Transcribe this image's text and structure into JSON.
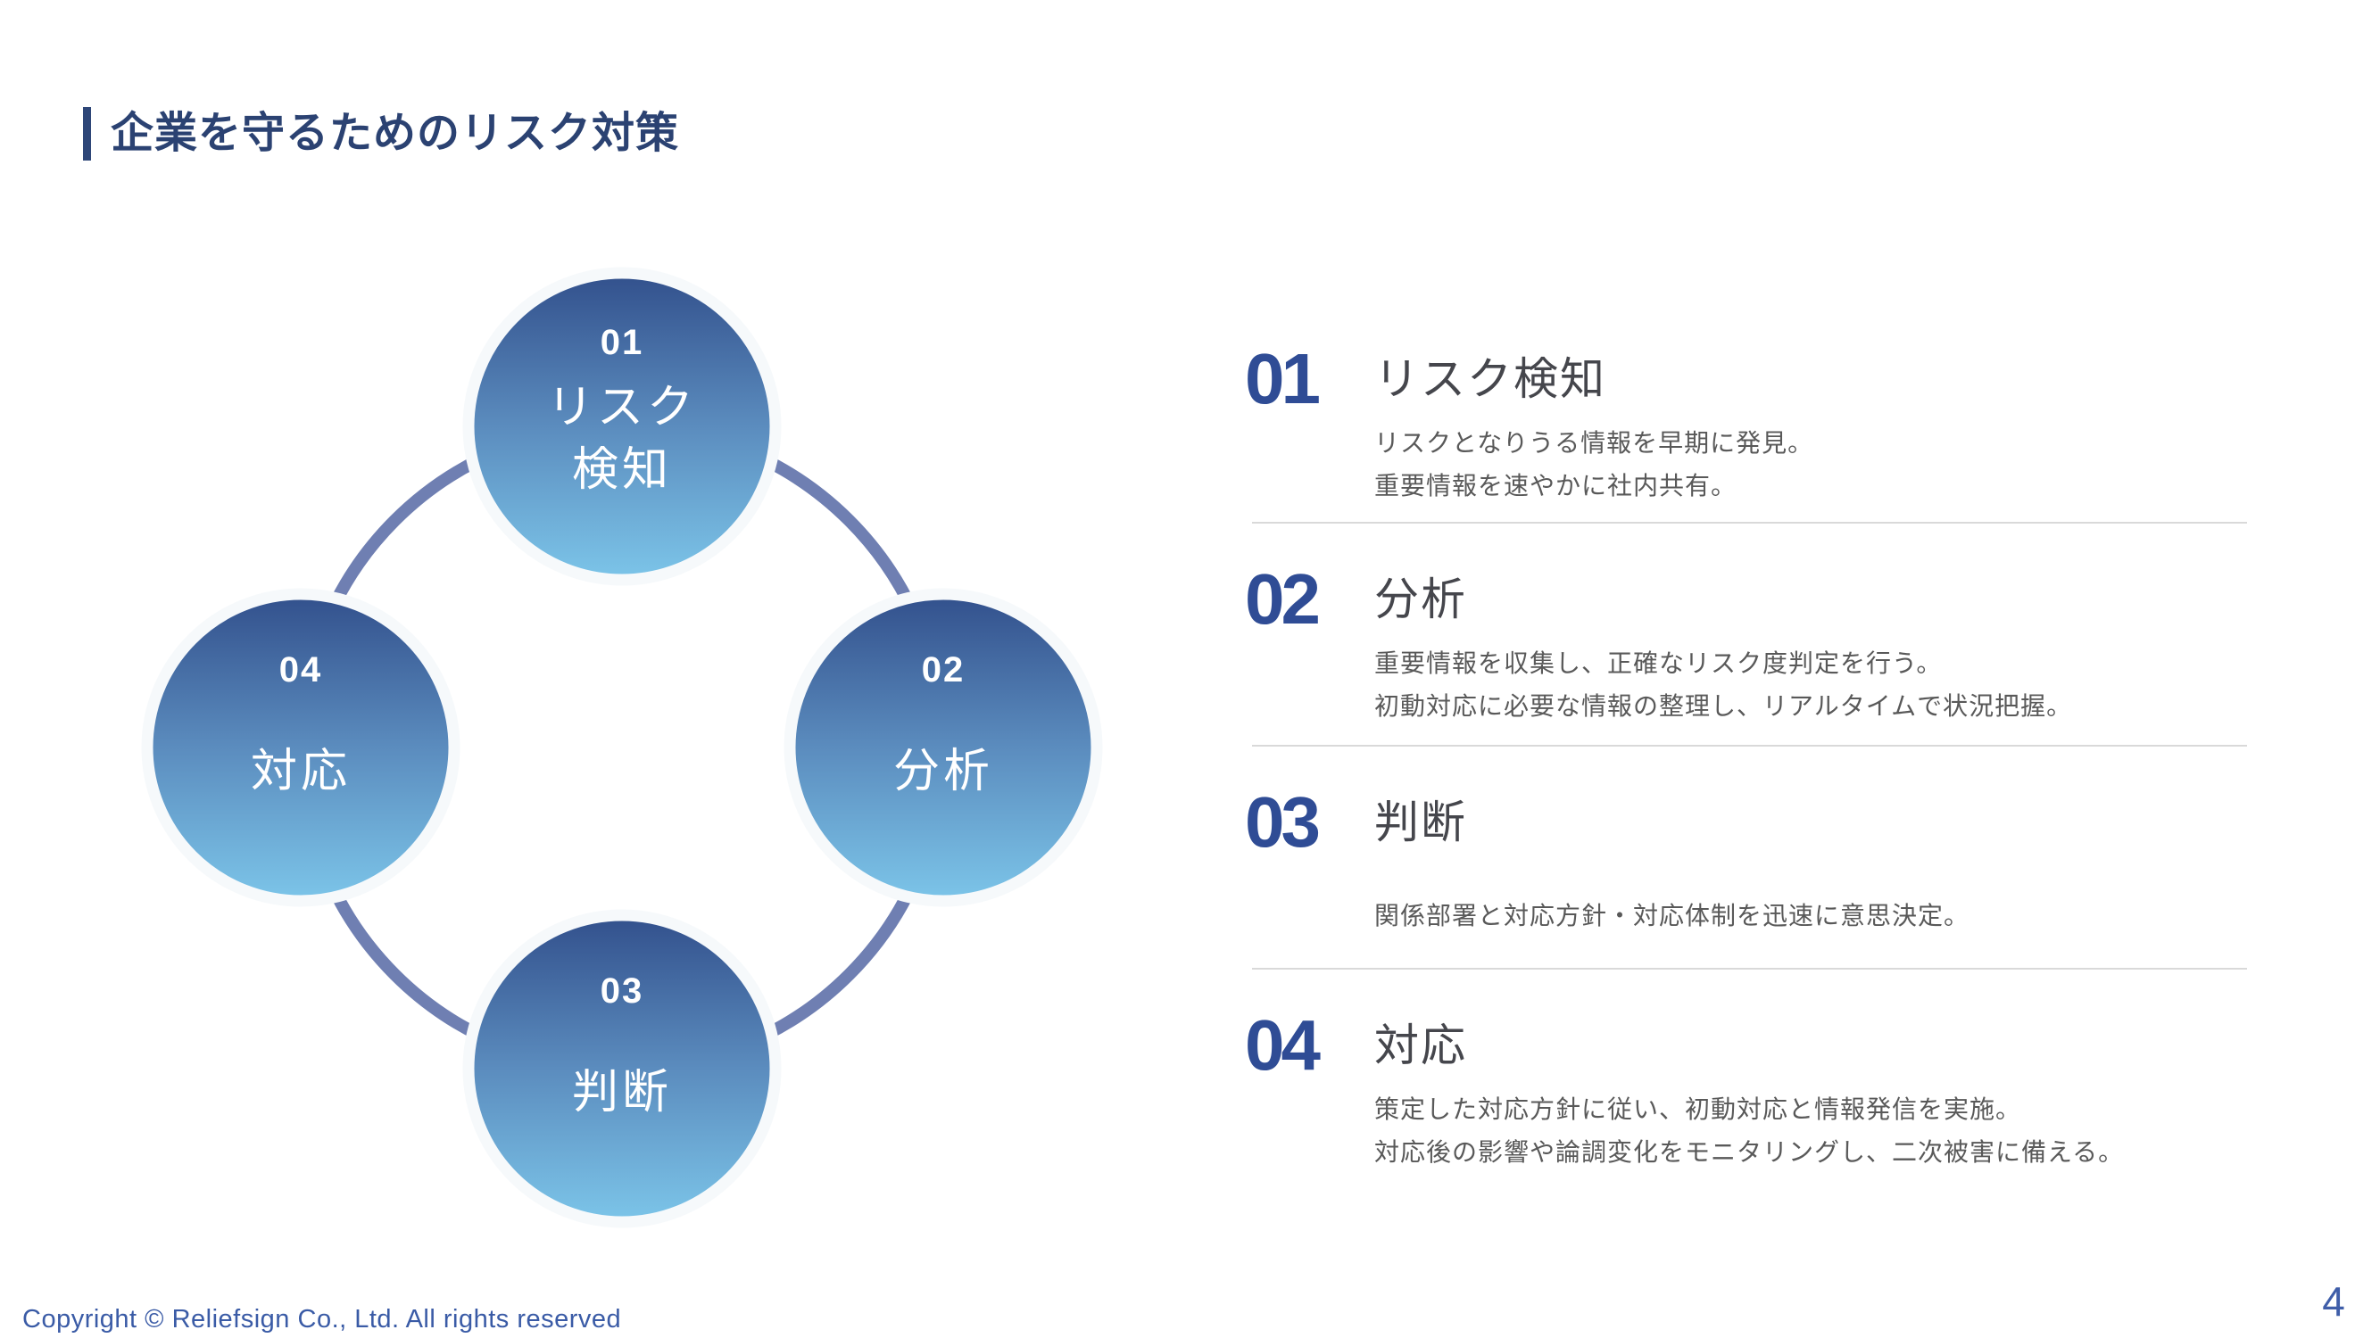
{
  "slide": {
    "title": "企業を守るためのリスク対策",
    "footer": "Copyright © Reliefsign Co., Ltd.  All rights reserved",
    "page_number": "4"
  },
  "diagram": {
    "steps": [
      {
        "number": "01",
        "lines": [
          "リスク",
          "検知"
        ]
      },
      {
        "number": "02",
        "lines": [
          "分析"
        ]
      },
      {
        "number": "03",
        "lines": [
          "判断"
        ]
      },
      {
        "number": "04",
        "lines": [
          "対応"
        ]
      }
    ]
  },
  "details": [
    {
      "number": "01",
      "heading": "リスク検知",
      "desc": [
        "リスクとなりうる情報を早期に発見。",
        "重要情報を速やかに社内共有。"
      ]
    },
    {
      "number": "02",
      "heading": "分析",
      "desc": [
        "重要情報を収集し、正確なリスク度判定を行う。",
        "初動対応に必要な情報の整理し、リアルタイムで状況把握。"
      ]
    },
    {
      "number": "03",
      "heading": "判断",
      "desc": [
        "関係部署と対応方針・対応体制を迅速に意思決定。"
      ]
    },
    {
      "number": "04",
      "heading": "対応",
      "desc": [
        "策定した対応方針に従い、初動対応と情報発信を実施。",
        "対応後の影響や論調変化をモニタリングし、二次被害に備える。"
      ]
    }
  ],
  "colors": {
    "accent_navy": "#2e4678",
    "number_blue": "#2f4c95",
    "ring_blue": "#6f7fb2",
    "circle_gradient_top": "#32508c",
    "circle_gradient_bottom": "#7cc5e9",
    "heading_gray": "#45464c",
    "desc_gray": "#595959",
    "divider_gray": "#d9d9d9",
    "footer_blue": "#3a5ba6"
  }
}
